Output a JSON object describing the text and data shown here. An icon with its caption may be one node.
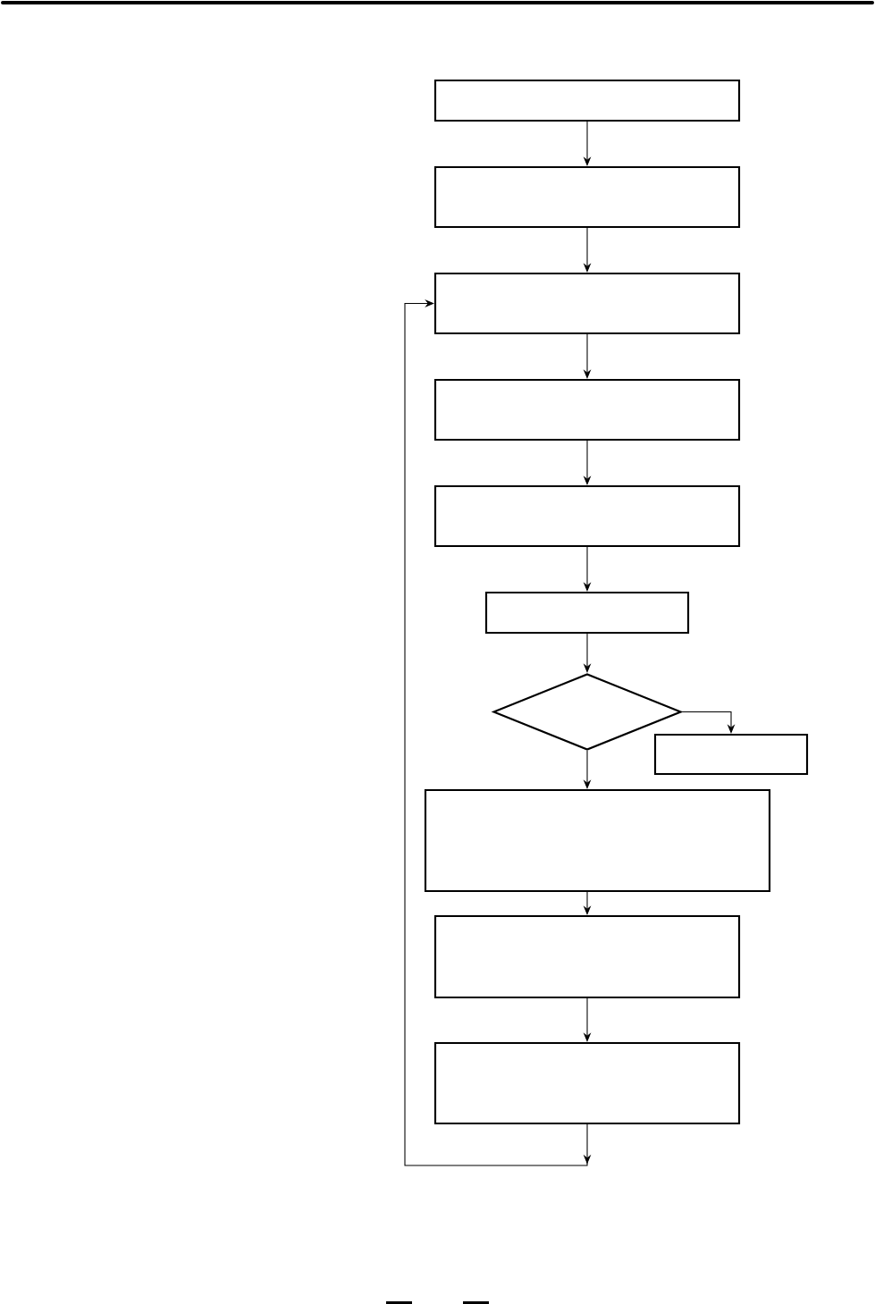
{
  "diagram": {
    "nodes": [
      {
        "text": [],
        "shape": "box"
      },
      {
        "text": [],
        "shape": "box"
      },
      {
        "text": [],
        "shape": "box"
      },
      {
        "text": [],
        "shape": "box"
      },
      {
        "text": [],
        "shape": "box"
      },
      {
        "text": [],
        "shape": "box"
      },
      {
        "text": [],
        "shape": "diamond"
      },
      {
        "text": [],
        "shape": "box"
      },
      {
        "text": [],
        "shape": "box"
      },
      {
        "text": [],
        "shape": "box"
      },
      {
        "text": [],
        "shape": "box"
      }
    ],
    "edges": [
      {
        "from": 0,
        "to": 1,
        "arrow": "to"
      },
      {
        "from": 1,
        "to": 2,
        "arrow": "to"
      },
      {
        "from": 2,
        "to": 3,
        "arrow": "to"
      },
      {
        "from": 3,
        "to": 4,
        "arrow": "to"
      },
      {
        "from": 4,
        "to": 5,
        "arrow": "to"
      },
      {
        "from": 5,
        "to": 6,
        "arrow": "to"
      },
      {
        "from": 6,
        "to": 7,
        "arrow": "to"
      },
      {
        "from": 6,
        "to": 8,
        "arrow": "to"
      },
      {
        "from": 8,
        "to": 9,
        "arrow": "to"
      },
      {
        "from": 9,
        "to": 10,
        "arrow": "to"
      },
      {
        "from": 10,
        "to": 2,
        "arrow": "to"
      }
    ]
  }
}
